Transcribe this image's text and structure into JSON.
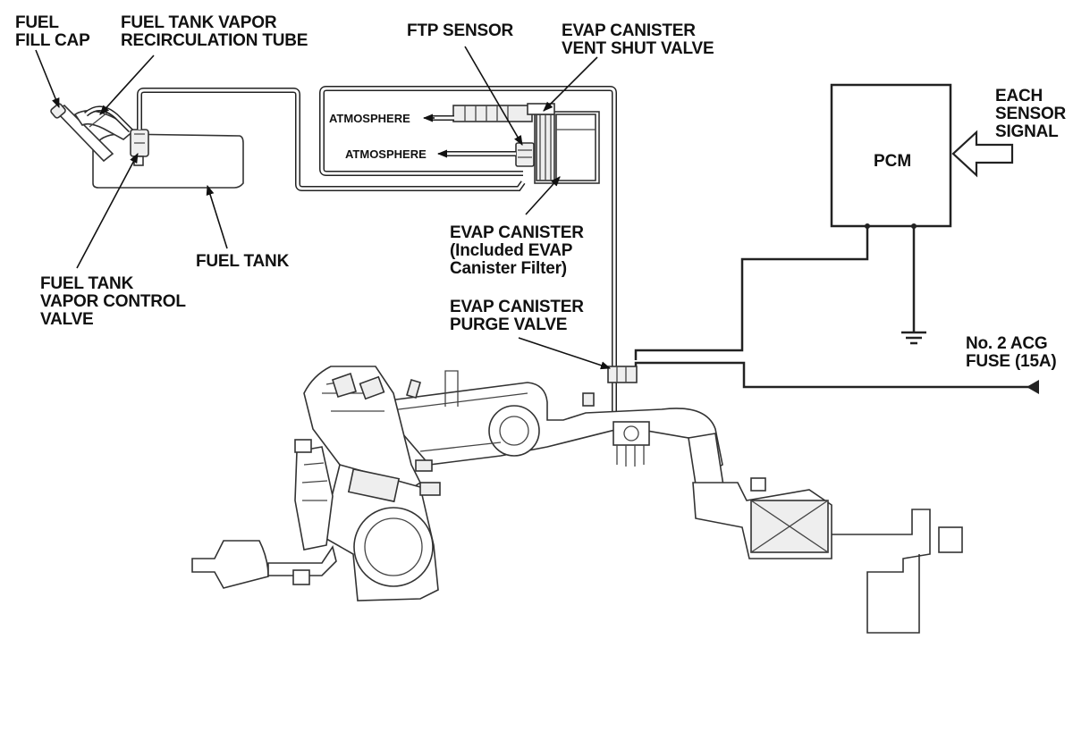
{
  "labels": {
    "fuel_fill_cap": "FUEL\nFILL CAP",
    "recirc_tube": "FUEL TANK VAPOR\nRECIRCULATION TUBE",
    "ftp_sensor": "FTP SENSOR",
    "vent_shut_valve": "EVAP CANISTER\nVENT SHUT VALVE",
    "each_sensor_signal": "EACH\nSENSOR\nSIGNAL",
    "pcm": "PCM",
    "atmosphere_1": "ATMOSPHERE",
    "atmosphere_2": "ATMOSPHERE",
    "fuel_tank": "FUEL TANK",
    "evap_canister": "EVAP CANISTER\n(Included EVAP\nCanister Filter)",
    "vapor_control_valve": "FUEL TANK\nVAPOR CONTROL\nVALVE",
    "purge_valve": "EVAP CANISTER\nPURGE VALVE",
    "acg_fuse": "No. 2 ACG\nFUSE (15A)"
  },
  "colors": {
    "line": "#222222",
    "background": "#ffffff"
  }
}
